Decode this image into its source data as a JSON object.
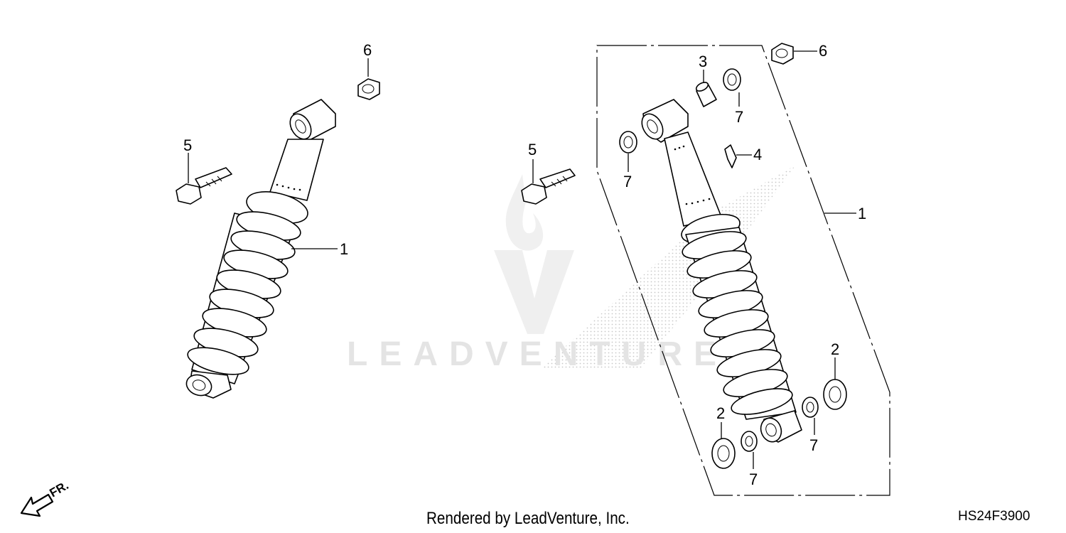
{
  "diagram": {
    "callouts_left": {
      "shock": "1",
      "bolt": "5",
      "nut": "6"
    },
    "callouts_right": {
      "shock": "1",
      "bushing_lower_a": "2",
      "bushing_lower_b": "2",
      "collar": "3",
      "clip": "4",
      "bolt": "5",
      "nut": "6",
      "seal_a": "7",
      "seal_b": "7",
      "seal_c": "7",
      "seal_d": "7"
    },
    "direction_label": "FR.",
    "watermark": "LEADVENTURE",
    "footer_text": "Rendered by LeadVenture, Inc.",
    "diagram_code": "HS24F3900"
  }
}
